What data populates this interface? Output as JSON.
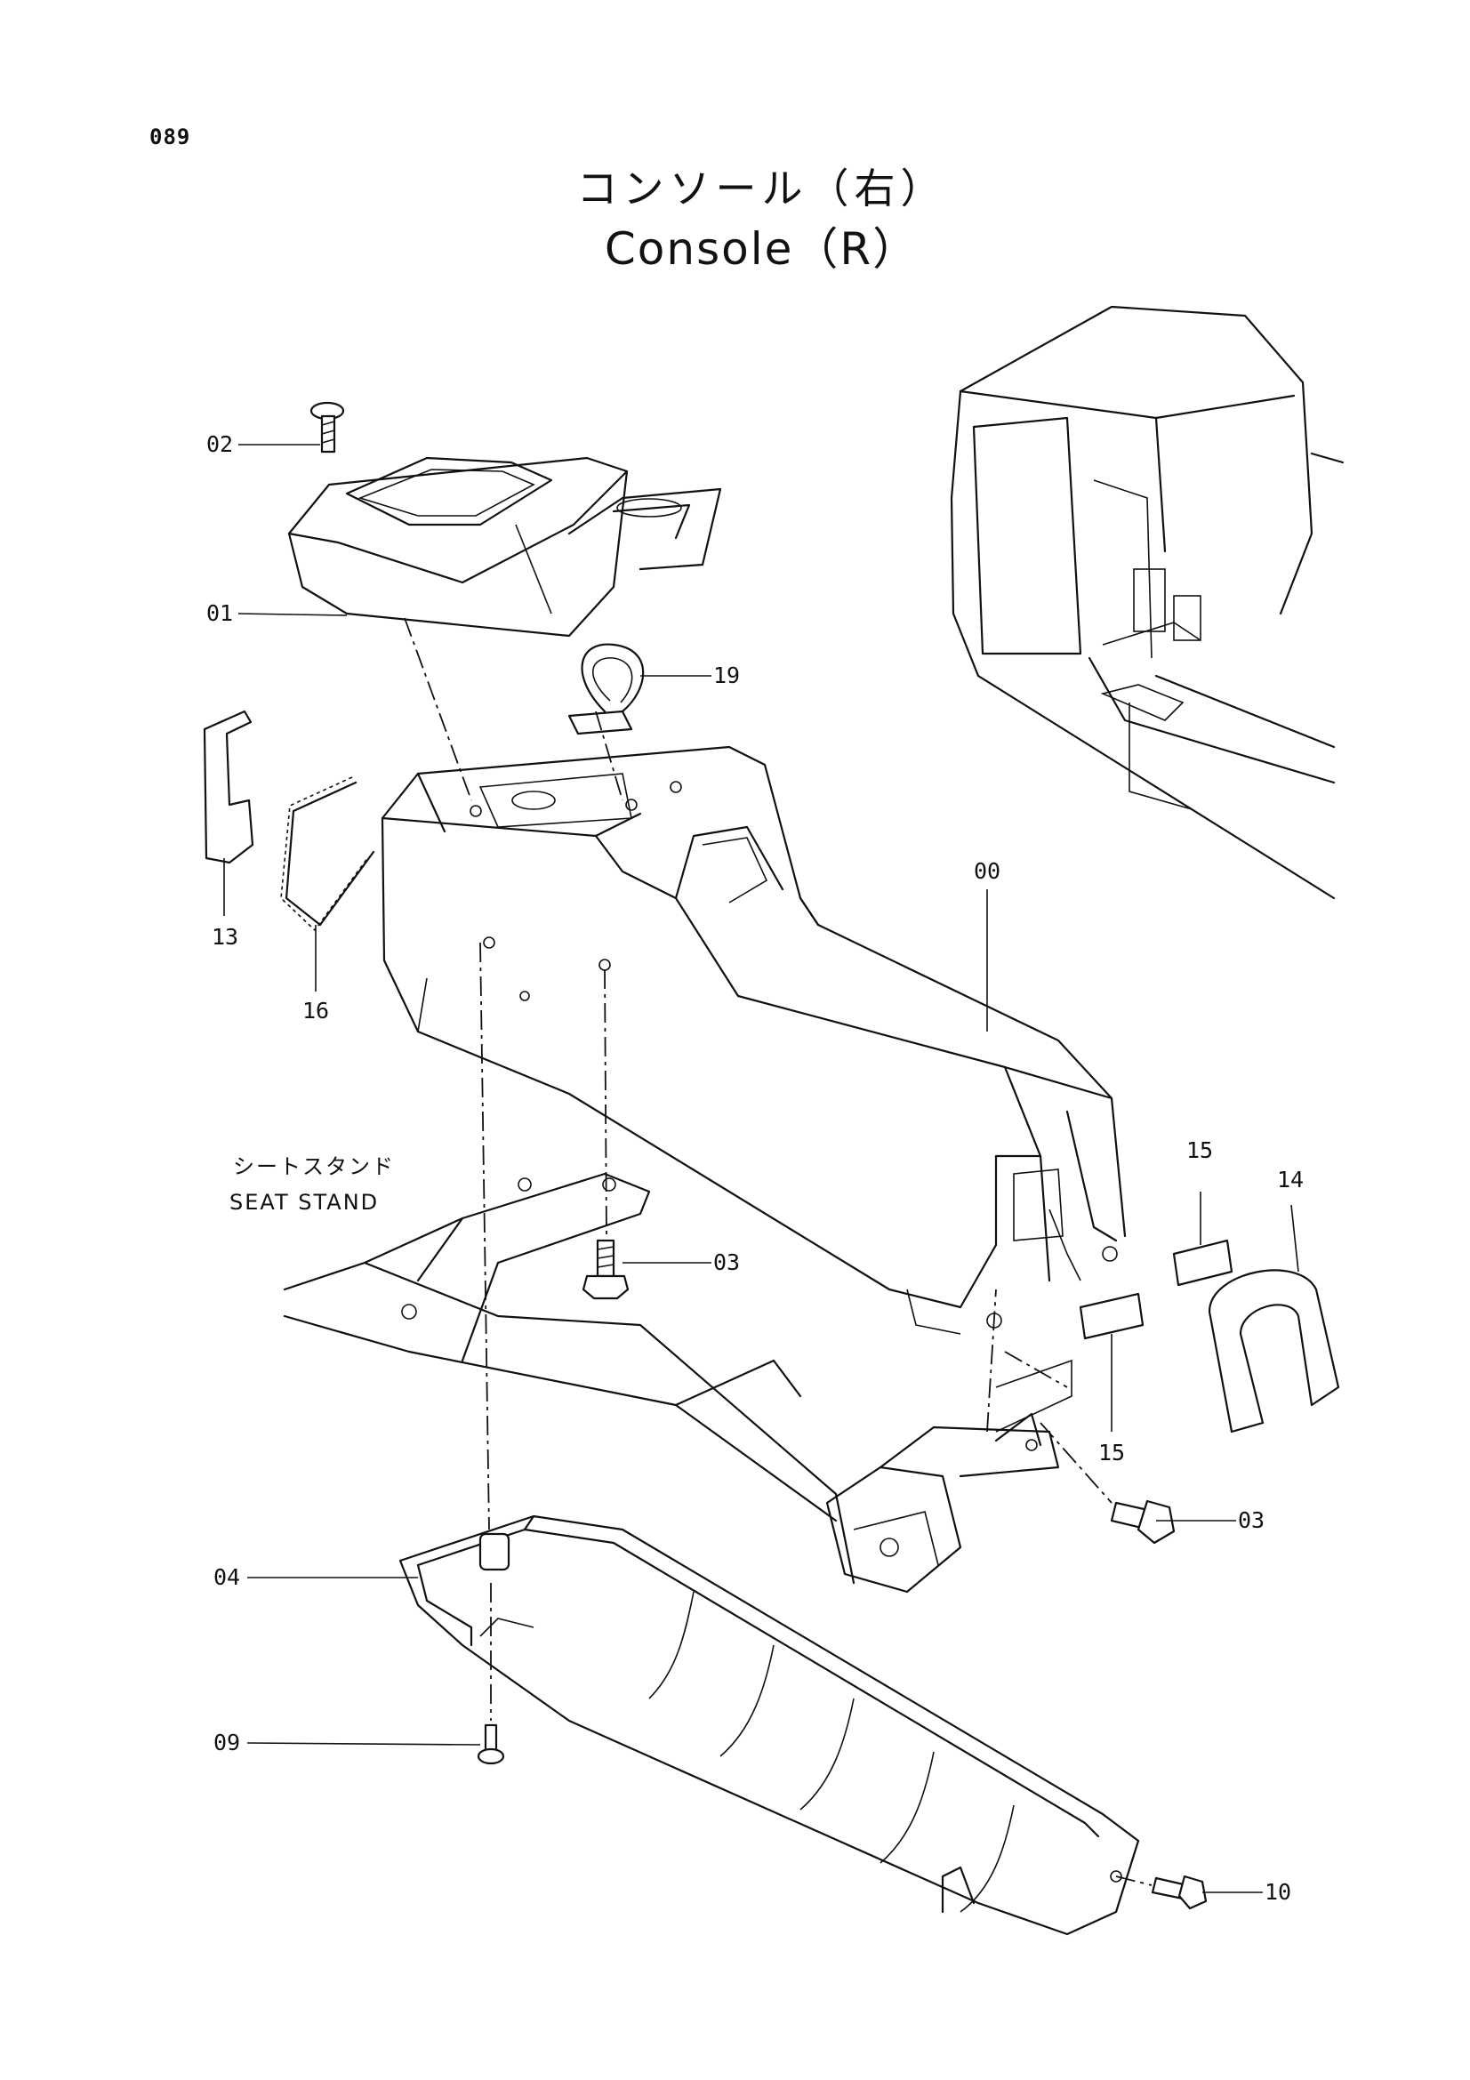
{
  "page": {
    "number": "089"
  },
  "title": {
    "japanese": "コンソール（右）",
    "english": "Console（R）"
  },
  "area_label": {
    "japanese": "シートスタンド",
    "english": "SEAT STAND"
  },
  "callouts": {
    "c00": "00",
    "c01": "01",
    "c02": "02",
    "c03a": "03",
    "c03b": "03",
    "c04": "04",
    "c09": "09",
    "c10": "10",
    "c13": "13",
    "c14": "14",
    "c15a": "15",
    "c15b": "15",
    "c16": "16",
    "c19": "19"
  }
}
